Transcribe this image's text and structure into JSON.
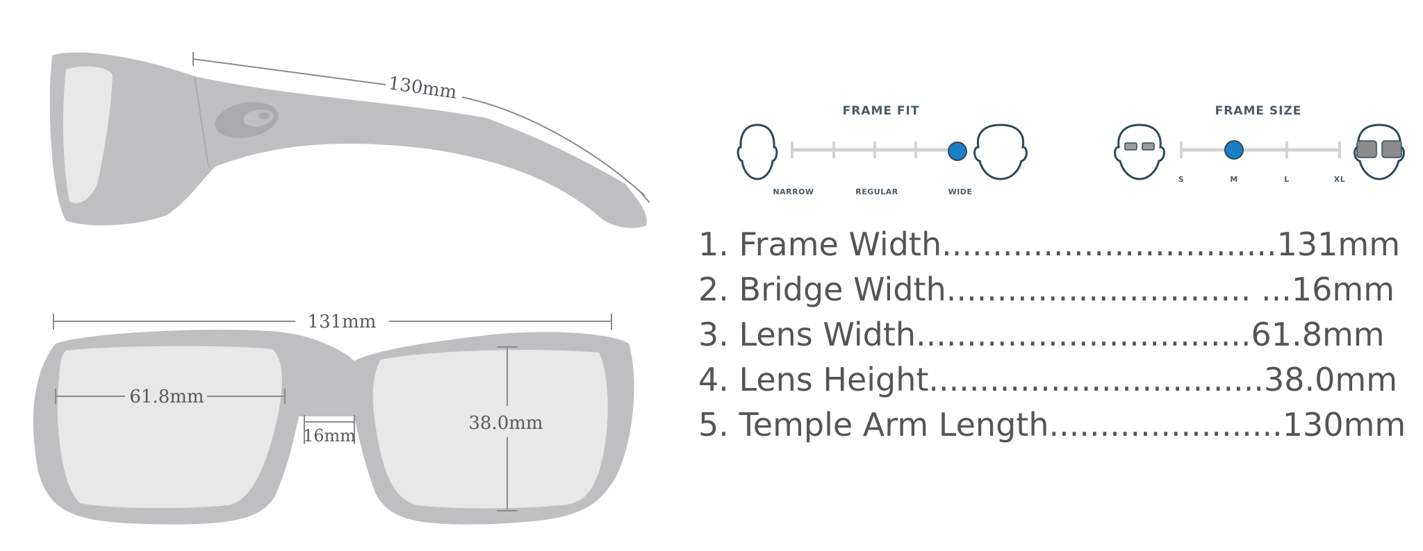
{
  "side_view": {
    "temple_length_label": "130mm"
  },
  "front_view": {
    "frame_width_label": "131mm",
    "lens_width_label": "61.8mm",
    "bridge_width_label": "16mm",
    "lens_height_label": "38.0mm"
  },
  "frame_fit": {
    "title": "FRAME FIT",
    "labels": [
      "NARROW",
      "REGULAR",
      "WIDE"
    ],
    "selected": "WIDE",
    "accent": "#1a7fc4"
  },
  "frame_size": {
    "title": "FRAME SIZE",
    "labels": [
      "S",
      "M",
      "L",
      "XL"
    ],
    "selected": "M",
    "accent": "#1a7fc4"
  },
  "specs": [
    "1. Frame Width.................................131mm",
    "2. Bridge Width.............................. ...16mm",
    "3. Lens Width.................................61.8mm",
    "4. Lens Height.................................38.0mm",
    "5. Temple Arm Length.......................130mm"
  ],
  "colors": {
    "frame": "#bebfc1",
    "lens": "#e8e8e8",
    "dimension_line": "#8a8a8a",
    "icon_outline": "#2f4858"
  }
}
